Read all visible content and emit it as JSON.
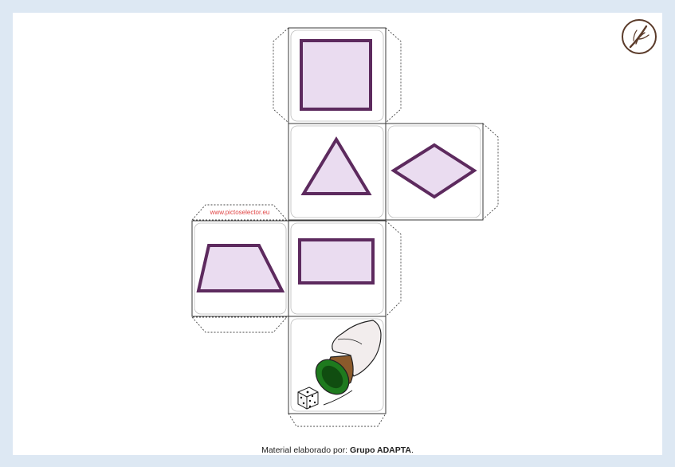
{
  "watermark": "www.pictoselector.eu",
  "footer": {
    "prefix": "Material elaborado por:",
    "author": "Grupo  ADAPTA",
    "suffix": "."
  },
  "colors": {
    "page_background": "#dde8f3",
    "shape_fill": "#eadcf0",
    "shape_stroke": "#5d2a5e",
    "watermark": "#e04545",
    "cup_green": "#1e7a1e",
    "cup_brown": "#8b5a2b"
  },
  "faces": [
    {
      "name": "square-face",
      "shape": "square"
    },
    {
      "name": "triangle-face",
      "shape": "triangle"
    },
    {
      "name": "rhombus-face",
      "shape": "rhombus"
    },
    {
      "name": "trapezoid-face",
      "shape": "trapezoid"
    },
    {
      "name": "rectangle-face",
      "shape": "rectangle"
    },
    {
      "name": "dice-cup-face",
      "shape": "dice-cup-pictogram"
    }
  ],
  "icons": [
    "logo-icon",
    "dice-icon",
    "hand-icon",
    "cup-icon"
  ]
}
